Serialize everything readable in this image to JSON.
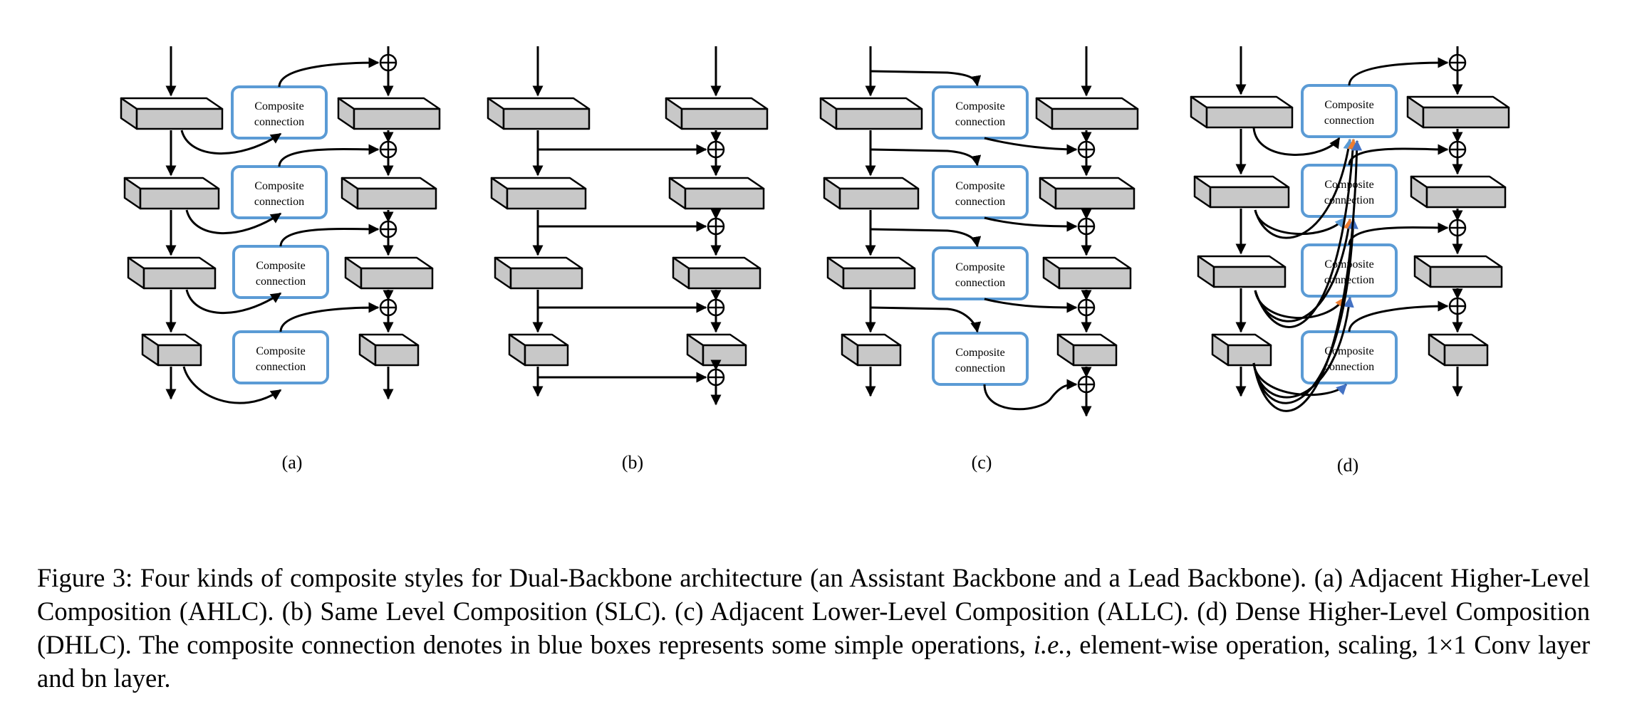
{
  "figure": {
    "composite_label": "Composite connection",
    "composite_line1": "Composite",
    "composite_line2": "connection",
    "panels": [
      {
        "id": "a",
        "label": "(a)",
        "name": "AHLC"
      },
      {
        "id": "b",
        "label": "(b)",
        "name": "SLC"
      },
      {
        "id": "c",
        "label": "(c)",
        "name": "ALLC"
      },
      {
        "id": "d",
        "label": "(d)",
        "name": "DHLC"
      }
    ],
    "colors": {
      "box_border": "#5b9bd5",
      "arrow_light_blue": "#5b9bd5",
      "arrow_orange": "#ed7d31",
      "arrow_dark_blue": "#4472c4",
      "block_fill": "#c8c8c8"
    }
  },
  "caption": {
    "part1": "Figure 3: Four kinds of composite styles for Dual-Backbone architecture (an Assistant Backbone and a Lead Backbone). (a) Adjacent Higher-Level Composition (AHLC). (b) Same Level Composition (SLC). (c) Adjacent Lower-Level Composition (ALLC). (d) Dense Higher-Level Composition (DHLC). The composite connection denotes in blue boxes represents some simple operations, ",
    "ie": "i.e.",
    "part2": ", element-wise operation, scaling, 1×1 Conv layer and bn layer."
  }
}
